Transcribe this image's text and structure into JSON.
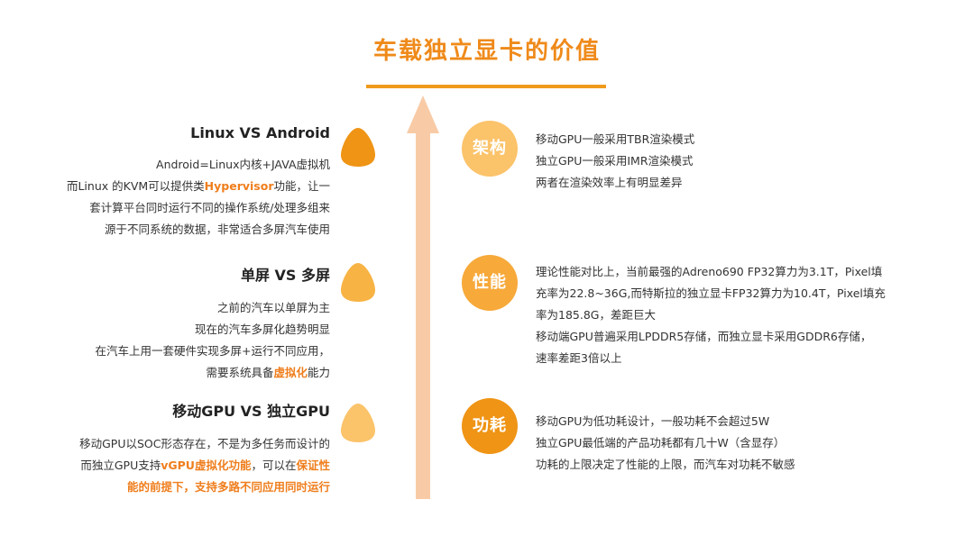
{
  "title": "车载独立显卡的价值",
  "colors": {
    "accent": "#ef8a1a",
    "highlight": "#ef7e1d",
    "arrow": "#f8cba6",
    "blob_dark": "#ef9415",
    "blob_mid": "#f7b344",
    "blob_light": "#fbc36a"
  },
  "left": [
    {
      "heading": "Linux VS Android",
      "lines": [
        [
          {
            "t": "Android=Linux内核+JAVA虚拟机"
          }
        ],
        [
          {
            "t": "而Linux 的KVM可以提供类"
          },
          {
            "t": "Hypervisor",
            "hl": true
          },
          {
            "t": "功能，让一"
          }
        ],
        [
          {
            "t": "套计算平台同时运行不同的操作系统/处理多组来"
          }
        ],
        [
          {
            "t": "源于不同系统的数据，非常适合多屏汽车使用"
          }
        ]
      ]
    },
    {
      "heading": "单屏 VS 多屏",
      "lines": [
        [
          {
            "t": "之前的汽车以单屏为主"
          }
        ],
        [
          {
            "t": "现在的汽车多屏化趋势明显"
          }
        ],
        [
          {
            "t": "在汽车上用一套硬件实现多屏+运行不同应用，"
          }
        ],
        [
          {
            "t": "需要系统具备"
          },
          {
            "t": "虚拟化",
            "hl": true
          },
          {
            "t": "能力"
          }
        ]
      ]
    },
    {
      "heading": "移动GPU VS 独立GPU",
      "lines": [
        [
          {
            "t": "移动GPU以SOC形态存在，不是为多任务而设计的"
          }
        ],
        [
          {
            "t": "而独立GPU支持"
          },
          {
            "t": "vGPU虚拟化功能",
            "hl": true
          },
          {
            "t": "，可以在"
          },
          {
            "t": "保证性",
            "hl": true
          }
        ],
        [
          {
            "t": "能的前提下，支持多路不同应用同时运行",
            "hl": true
          }
        ]
      ]
    }
  ],
  "right": [
    {
      "label": "架构",
      "lines": [
        "移动GPU一般采用TBR渲染模式",
        "独立GPU一般采用IMR渲染模式",
        "两者在渲染效率上有明显差异"
      ]
    },
    {
      "label": "性能",
      "lines": [
        "理论性能对比上，当前最强的Adreno690 FP32算力为3.1T，Pixel填",
        "充率为22.8~36G,而特斯拉的独立显卡FP32算力为10.4T，Pixel填充",
        "率为185.8G，差距巨大",
        "移动端GPU普遍采用LPDDR5存储，而独立显卡采用GDDR6存储，",
        "速率差距3倍以上"
      ]
    },
    {
      "label": "功耗",
      "lines": [
        "移动GPU为低功耗设计，一般功耗不会超过5W",
        "独立GPU最低端的产品功耗都有几十W（含显存）",
        "功耗的上限决定了性能的上限，而汽车对功耗不敏感"
      ]
    }
  ]
}
